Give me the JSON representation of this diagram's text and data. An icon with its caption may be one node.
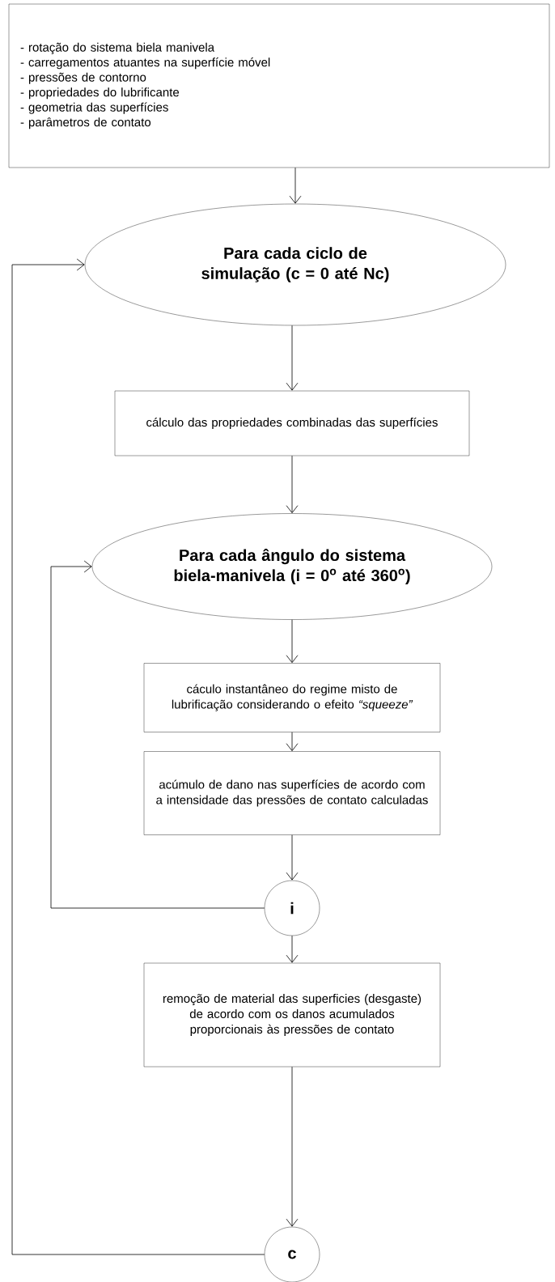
{
  "diagram": {
    "nodes": [
      {
        "text": [
          "- rotação do sistema biela manivela",
          "- carregamentos atuantes na superfície  móvel",
          "- pressões de contorno",
          "- propriedades do lubrificante",
          "- geometria das superfícies",
          "- parâmetros de contato"
        ]
      },
      {
        "text": [
          "Para cada ciclo de simulação (c = 0 até Nc)"
        ]
      },
      {
        "text": [
          "cálculo das propriedades combinadas das superfícies"
        ]
      },
      {
        "text": [
          "Para cada ângulo do sistema biela-manivela (i = 0$^{o}$ até 360$^{o}$)"
        ]
      },
      {
        "text": [
          "cáculo instantâneo do regime misto de lubrificação considerando o efeito *“squeeze”*"
        ]
      },
      {
        "text": [
          "acúmulo de dano nas superfícies de acordo com a intensidade das pressões de contato calculadas"
        ]
      },
      {
        "text": [
          "i"
        ]
      },
      {
        "text": [
          "remoção de material das superficies (desgaste) de acordo com os danos acumulados proporcionais às pressões de contato"
        ]
      },
      {
        "text": [
          "c"
        ]
      }
    ],
    "edges": [
      {
        "from": 0,
        "to": 1,
        "arrow": "to"
      },
      {
        "from": 1,
        "to": 2,
        "arrow": "to"
      },
      {
        "from": 2,
        "to": 3,
        "arrow": "to"
      },
      {
        "from": 3,
        "to": 4,
        "arrow": "to"
      },
      {
        "from": 4,
        "to": 5,
        "arrow": "to"
      },
      {
        "from": 5,
        "to": 6,
        "arrow": "to"
      },
      {
        "from": 6,
        "to": 3,
        "arrow": "to"
      },
      {
        "from": 6,
        "to": 7,
        "arrow": "to"
      },
      {
        "from": 7,
        "to": 8,
        "arrow": "to"
      },
      {
        "from": 8,
        "to": 1,
        "arrow": "to"
      }
    ]
  }
}
